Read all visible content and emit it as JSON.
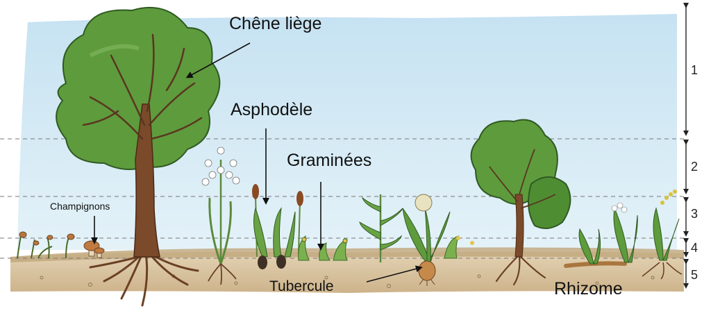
{
  "labels": {
    "chene_liege": "Chêne liège",
    "asphodele": "Asphodèle",
    "graminees": "Graminées",
    "champignons": "Champignons",
    "tubercule": "Tubercule",
    "rhizome": "Rhizome"
  },
  "layers": [
    "1",
    "2",
    "3",
    "4",
    "5"
  ],
  "colors": {
    "sky": "#cfe6f3",
    "soil": "#d8c3a0",
    "foliage": "#5e9b3c",
    "trunk": "#7a4a2a"
  }
}
